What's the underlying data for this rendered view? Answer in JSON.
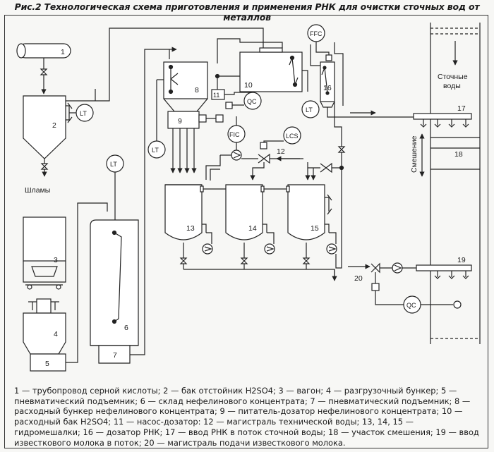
{
  "title": "Рис.2 Технологическая схема приготовления и применения РНК для очистки сточных вод от металлов",
  "instruments": {
    "lt": "LT",
    "qc": "QC",
    "fic": "FIC",
    "lcs": "LCS",
    "ffc": "FFC"
  },
  "labels": {
    "sludge": "Шламы",
    "wastewater_line1": "Сточные",
    "wastewater_line2": "воды",
    "mixing": "Смешение"
  },
  "numbers": {
    "n1": "1",
    "n2": "2",
    "n3": "3",
    "n4": "4",
    "n5": "5",
    "n6": "6",
    "n7": "7",
    "n8": "8",
    "n9": "9",
    "n10": "10",
    "n11": "11",
    "n12": "12",
    "n13": "13",
    "n14": "14",
    "n15": "15",
    "n16": "16",
    "n17": "17",
    "n18": "18",
    "n19": "19",
    "n20": "20"
  },
  "legend_text": "1 — трубопровод серной кислоты; 2 — бак отстойник H2SO4; 3 — вагон; 4 — разгрузочный бункер; 5 — пневматический подъемник; 6 — склад нефелинового концентрата; 7 — пневматический подъемник; 8 — расходный бункер нефелинового концентрата; 9 — питатель-дозатор нефелинового концентрата; 10 — расходный бак H2SO4; 11 — насос-дозатор: 12 — магистраль технической воды; 13, 14, 15 — гидромешалки; 16 — дозатор РНК; 17 — ввод РНК в поток сточной воды; 18 — участок смешения; 19 — ввод известкового молока в поток; 20 — магистраль подачи известкового молока."
}
